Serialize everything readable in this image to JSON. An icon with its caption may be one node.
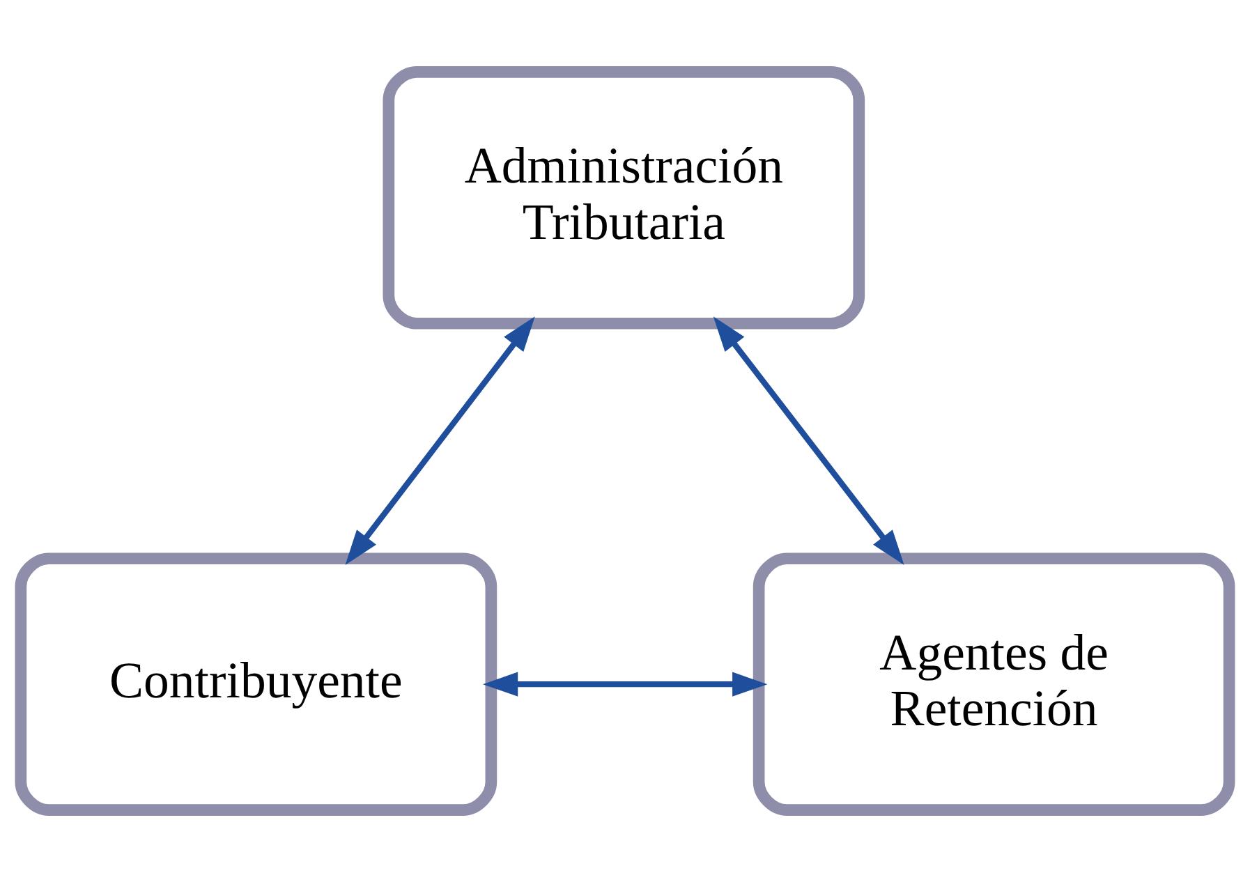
{
  "diagram": {
    "nodes": [
      {
        "text": [
          "Administración Tributaria"
        ]
      },
      {
        "text": [
          "Contribuyente"
        ]
      },
      {
        "text": [
          "Agentes de Retención"
        ]
      }
    ],
    "edges": [
      {
        "from": 0,
        "to": 1,
        "arrow": "both"
      },
      {
        "from": 0,
        "to": 2,
        "arrow": "both"
      },
      {
        "from": 1,
        "to": 2,
        "arrow": "both"
      }
    ]
  }
}
